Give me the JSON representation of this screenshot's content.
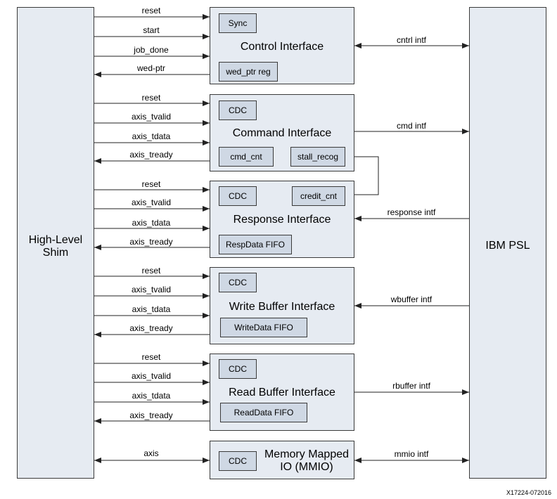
{
  "left_block": {
    "label_line1": "High-Level",
    "label_line2": "Shim"
  },
  "right_block": {
    "label": "IBM PSL"
  },
  "control": {
    "title": "Control Interface",
    "sync": "Sync",
    "wed": "wed_ptr reg",
    "signals": [
      "reset",
      "start",
      "job_done",
      "wed-ptr"
    ],
    "intf": "cntrl intf"
  },
  "command": {
    "title": "Command Interface",
    "cdc": "CDC",
    "cmd_cnt": "cmd_cnt",
    "stall": "stall_recog",
    "signals": [
      "reset",
      "axis_tvalid",
      "axis_tdata",
      "axis_tready"
    ],
    "intf": "cmd intf"
  },
  "response": {
    "title": "Response Interface",
    "cdc": "CDC",
    "credit": "credit_cnt",
    "fifo": "RespData FIFO",
    "signals": [
      "reset",
      "axis_tvalid",
      "axis_tdata",
      "axis_tready"
    ],
    "intf": "response intf"
  },
  "write_buffer": {
    "title": "Write Buffer Interface",
    "cdc": "CDC",
    "fifo": "WriteData FIFO",
    "signals": [
      "reset",
      "axis_tvalid",
      "axis_tdata",
      "axis_tready"
    ],
    "intf": "wbuffer intf"
  },
  "read_buffer": {
    "title": "Read Buffer Interface",
    "cdc": "CDC",
    "fifo": "ReadData FIFO",
    "signals": [
      "reset",
      "axis_tvalid",
      "axis_tdata",
      "axis_tready"
    ],
    "intf": "rbuffer intf"
  },
  "mmio": {
    "title_line1": "Memory Mapped",
    "title_line2": "IO (MMIO)",
    "cdc": "CDC",
    "signal": "axis",
    "intf": "mmio intf"
  },
  "footer": "X17224-072016"
}
